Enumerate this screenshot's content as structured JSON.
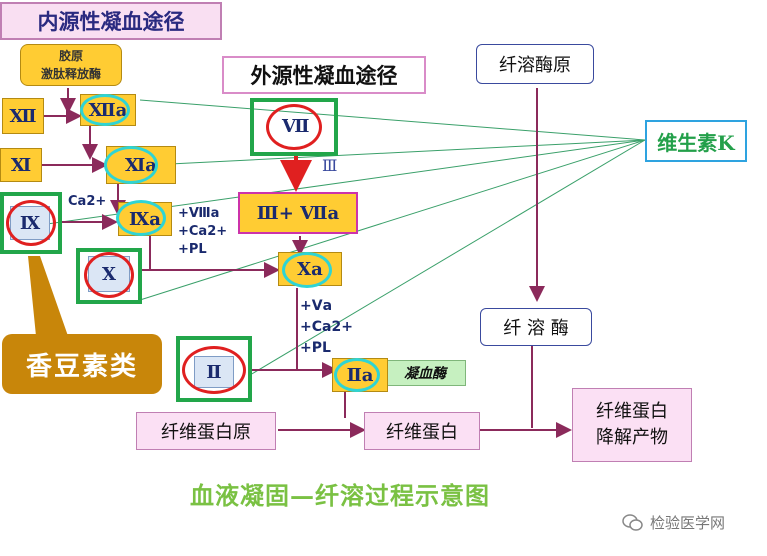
{
  "intrinsic_title": "内源性凝血途径",
  "extrinsic_title": "外源性凝血途径",
  "fibrinolysis": {
    "plasminogen": "纤溶酶原",
    "plasmin": "纤 溶 酶",
    "fdp_line1": "纤维蛋白",
    "fdp_line2": "降解产物"
  },
  "vitamin_k": "维生素K",
  "coumarin": "香豆素类",
  "kallikrein_line1": "胶原",
  "kallikrein_line2": "激肽释放酶",
  "factors": {
    "f12": "Ⅻ",
    "f12a": "Ⅻa",
    "f11": "Ⅺ",
    "f11a": "Ⅺa",
    "f9": "Ⅸ",
    "f9a": "Ⅸa",
    "f7": "Ⅶ",
    "f3": "Ⅲ",
    "f3_7a": "Ⅲ+ Ⅶa",
    "f10": "Ⅹ",
    "f10a": "Ⅹa",
    "f2": "Ⅱ",
    "f2a": "Ⅱa"
  },
  "ca_label": "Ca2+",
  "cofactors1": [
    "+Ⅷa",
    "+Ca2+",
    "+PL"
  ],
  "cofactors2": [
    "+Ⅴa",
    "+Ca2+",
    "+PL"
  ],
  "thrombin": "凝血酶",
  "fibrinogen": "纤维蛋白原",
  "fibrin": "纤维蛋白",
  "caption": "血液凝固—纤溶过程示意图",
  "watermark": "检验医学网",
  "colors": {
    "gold": "#ffcc33",
    "green_frame": "#22a64a",
    "red_ring": "#e02020",
    "cyan_ring": "#2fd4d4",
    "arrow": "#8b2a5b",
    "caption": "#7ac143",
    "coumarin_bg": "#c8860a",
    "vitk_border": "#2ea3e0"
  }
}
